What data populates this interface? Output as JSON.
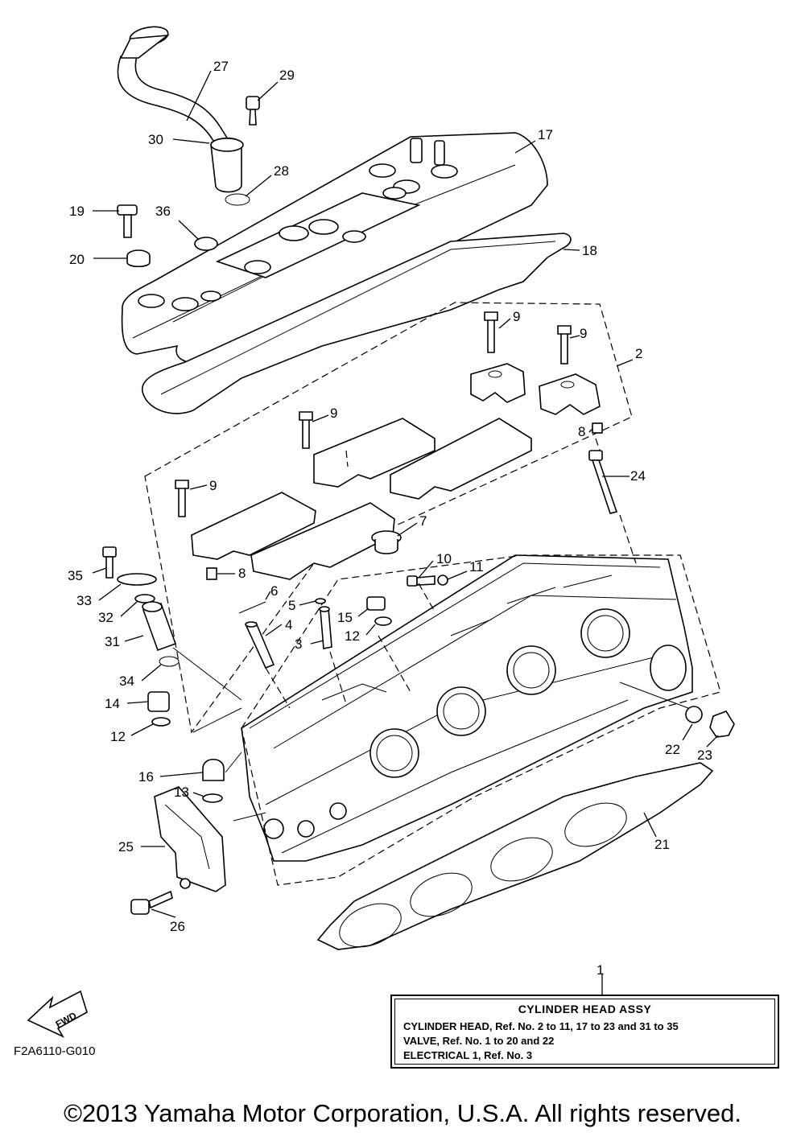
{
  "callouts": {
    "c1": "1",
    "c2": "2",
    "c3": "3",
    "c4": "4",
    "c5": "5",
    "c6": "6",
    "c7": "7",
    "c8a": "8",
    "c8b": "8",
    "c9a": "9",
    "c9b": "9",
    "c9c": "9",
    "c9d": "9",
    "c10": "10",
    "c11": "11",
    "c12a": "12",
    "c12b": "12",
    "c13": "13",
    "c14": "14",
    "c15": "15",
    "c16": "16",
    "c17": "17",
    "c18": "18",
    "c19": "19",
    "c20": "20",
    "c21": "21",
    "c22": "22",
    "c23": "23",
    "c24": "24",
    "c25": "25",
    "c26": "26",
    "c27": "27",
    "c28": "28",
    "c29": "29",
    "c30": "30",
    "c31": "31",
    "c32": "32",
    "c33": "33",
    "c34": "34",
    "c35": "35",
    "c36": "36"
  },
  "assy_box": {
    "title": "CYLINDER HEAD ASSY",
    "line1": "CYLINDER HEAD,  Ref. No. 2 to 11, 17 to 23 and 31 to 35",
    "line2": "VALVE,  Ref. No. 1 to 20 and 22",
    "line3": "ELECTRICAL 1, Ref. No. 3"
  },
  "fwd_label": "FWD",
  "drawing_code": "F2A6110-G010",
  "copyright": "©2013 Yamaha Motor Corporation, U.S.A. All rights reserved."
}
